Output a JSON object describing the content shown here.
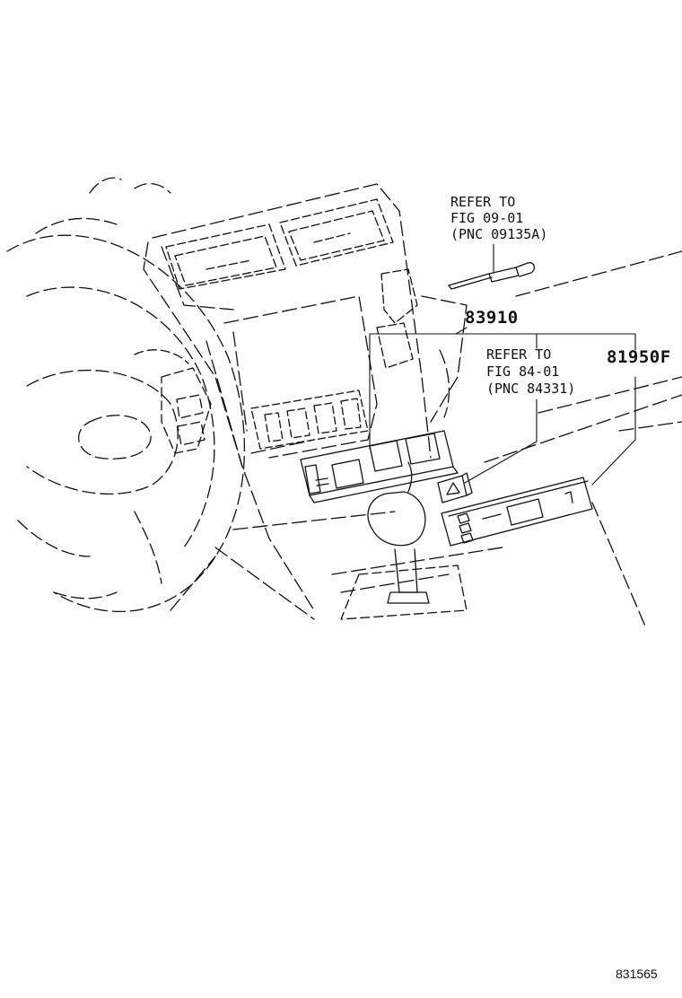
{
  "callouts": {
    "refer_09": [
      "REFER TO",
      "FIG 09-01",
      "(PNC 09135A)"
    ],
    "refer_84": [
      "REFER TO",
      "FIG 84-01",
      "(PNC 84331)"
    ]
  },
  "parts": {
    "p83910": "83910",
    "p81950F": "81950F"
  },
  "illustration_number": "831565",
  "colors": {
    "line": "#111111",
    "background": "#ffffff"
  }
}
